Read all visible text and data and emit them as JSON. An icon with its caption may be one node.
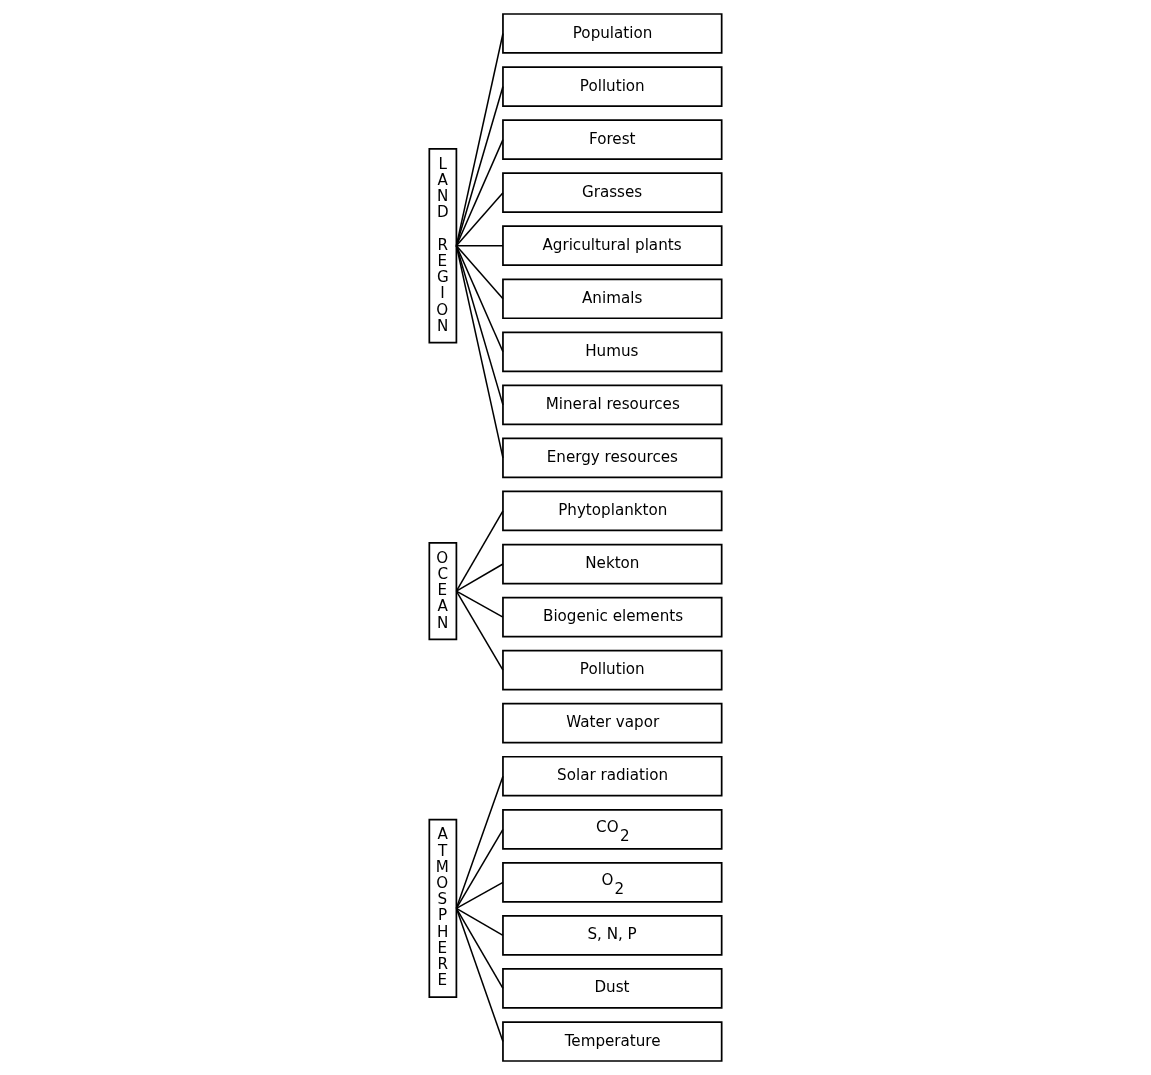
{
  "diagram": {
    "nodes": [
      {
        "text": [
          "ATMOSPHERE"
        ]
      },
      {
        "text": [
          "Solar radiation"
        ]
      },
      {
        "text": [
          "CO$_{2}$"
        ]
      },
      {
        "text": [
          "O$_{2}$"
        ]
      },
      {
        "text": [
          "S, N, P"
        ]
      },
      {
        "text": [
          "Dust"
        ]
      },
      {
        "text": [
          "Water vapor"
        ]
      },
      {
        "text": [
          "Temperature"
        ]
      },
      {
        "text": [
          "OCEAN"
        ]
      },
      {
        "text": [
          "Phytoplankton"
        ]
      },
      {
        "text": [
          "Nekton"
        ]
      },
      {
        "text": [
          "Biogenic elements"
        ]
      },
      {
        "text": [
          "Pollution"
        ]
      },
      {
        "text": [
          "LAND REGION"
        ]
      },
      {
        "text": [
          "Population"
        ]
      },
      {
        "text": [
          "Pollution"
        ]
      },
      {
        "text": [
          "Forest"
        ]
      },
      {
        "text": [
          "Grasses"
        ]
      },
      {
        "text": [
          "Agricultural plants"
        ]
      },
      {
        "text": [
          "Animals"
        ]
      },
      {
        "text": [
          "Humus"
        ]
      },
      {
        "text": [
          "Mineral resources"
        ]
      },
      {
        "text": [
          "Energy resources"
        ]
      }
    ],
    "edges": [
      {
        "from": 0,
        "to": 1,
        "arrow": "none"
      },
      {
        "from": 0,
        "to": 2,
        "arrow": "none"
      },
      {
        "from": 0,
        "to": 3,
        "arrow": "none"
      },
      {
        "from": 0,
        "to": 4,
        "arrow": "none"
      },
      {
        "from": 0,
        "to": 5,
        "arrow": "none"
      },
      {
        "from": 0,
        "to": 7,
        "arrow": "none"
      },
      {
        "from": 8,
        "to": 9,
        "arrow": "none"
      },
      {
        "from": 8,
        "to": 10,
        "arrow": "none"
      },
      {
        "from": 8,
        "to": 11,
        "arrow": "none"
      },
      {
        "from": 8,
        "to": 12,
        "arrow": "none"
      },
      {
        "from": 13,
        "to": 14,
        "arrow": "none"
      },
      {
        "from": 13,
        "to": 15,
        "arrow": "none"
      },
      {
        "from": 13,
        "to": 16,
        "arrow": "none"
      },
      {
        "from": 13,
        "to": 17,
        "arrow": "none"
      },
      {
        "from": 13,
        "to": 18,
        "arrow": "none"
      },
      {
        "from": 13,
        "to": 19,
        "arrow": "none"
      },
      {
        "from": 13,
        "to": 20,
        "arrow": "none"
      },
      {
        "from": 13,
        "to": 21,
        "arrow": "none"
      },
      {
        "from": 13,
        "to": 22,
        "arrow": "none"
      }
    ]
  }
}
